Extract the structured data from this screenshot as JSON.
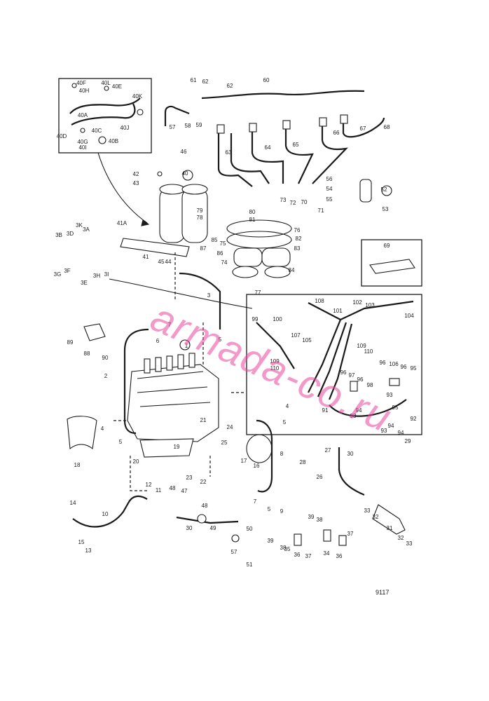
{
  "figure_number": "9117",
  "watermark": "armada-co.ru",
  "callouts": [
    "40F",
    "40L",
    "40E",
    "40H",
    "40K",
    "40A",
    "40C",
    "40J",
    "40D",
    "40G",
    "40B",
    "40I",
    "61",
    "62",
    "62",
    "60",
    "57",
    "58",
    "59",
    "63",
    "64",
    "65",
    "66",
    "67",
    "68",
    "46",
    "42",
    "43",
    "40",
    "79",
    "78",
    "41A",
    "41",
    "45",
    "44",
    "3B",
    "3D",
    "3K",
    "3A",
    "3G",
    "3F",
    "3E",
    "3H",
    "3I",
    "73",
    "72",
    "70",
    "71",
    "80",
    "81",
    "76",
    "82",
    "75",
    "85",
    "87",
    "86",
    "74",
    "83",
    "84",
    "77",
    "56",
    "54",
    "55",
    "52",
    "53",
    "69",
    "108",
    "101",
    "102",
    "103",
    "104",
    "100",
    "99",
    "107",
    "105",
    "109",
    "110",
    "109",
    "110",
    "96",
    "97",
    "96",
    "98",
    "96",
    "106",
    "96",
    "95",
    "91",
    "94",
    "93",
    "95",
    "92",
    "94",
    "93",
    "94",
    "93",
    "29",
    "3",
    "7",
    "5",
    "6",
    "89",
    "88",
    "90",
    "1",
    "2",
    "4",
    "5",
    "24",
    "25",
    "21",
    "18",
    "4",
    "5",
    "17",
    "16",
    "8",
    "19",
    "20",
    "23",
    "22",
    "12",
    "11",
    "48",
    "47",
    "48",
    "30",
    "49",
    "50",
    "57",
    "51",
    "7",
    "5",
    "9",
    "14",
    "10",
    "15",
    "13",
    "39",
    "38",
    "35",
    "36",
    "37",
    "39",
    "38",
    "34",
    "36",
    "37",
    "28",
    "26",
    "27",
    "30",
    "33",
    "32",
    "31",
    "32",
    "33"
  ]
}
